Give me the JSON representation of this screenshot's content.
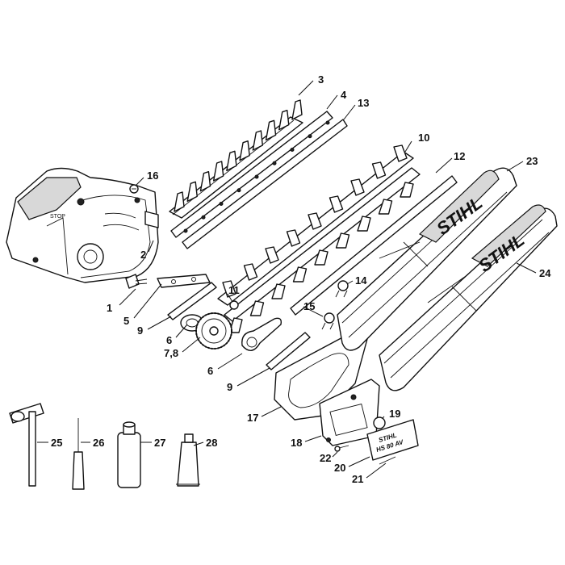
{
  "brand": {
    "guard_text": "STIHL",
    "decal_line1": "STIHL",
    "decal_line2": "HS 80 AV",
    "gearbox_text": "STOP"
  },
  "callouts": [
    {
      "id": "c1",
      "text": "1"
    },
    {
      "id": "c2",
      "text": "2"
    },
    {
      "id": "c3",
      "text": "3"
    },
    {
      "id": "c4",
      "text": "4"
    },
    {
      "id": "c5",
      "text": "5"
    },
    {
      "id": "c6a",
      "text": "6"
    },
    {
      "id": "c6b",
      "text": "6"
    },
    {
      "id": "c78",
      "text": "7,8"
    },
    {
      "id": "c9a",
      "text": "9"
    },
    {
      "id": "c9b",
      "text": "9"
    },
    {
      "id": "c10",
      "text": "10"
    },
    {
      "id": "c11",
      "text": "11"
    },
    {
      "id": "c12",
      "text": "12"
    },
    {
      "id": "c13",
      "text": "13"
    },
    {
      "id": "c14",
      "text": "14"
    },
    {
      "id": "c15",
      "text": "15"
    },
    {
      "id": "c16",
      "text": "16"
    },
    {
      "id": "c17",
      "text": "17"
    },
    {
      "id": "c18",
      "text": "18"
    },
    {
      "id": "c19",
      "text": "19"
    },
    {
      "id": "c20",
      "text": "20"
    },
    {
      "id": "c21",
      "text": "21"
    },
    {
      "id": "c22",
      "text": "22"
    },
    {
      "id": "c23",
      "text": "23"
    },
    {
      "id": "c24",
      "text": "24"
    },
    {
      "id": "c25",
      "text": "25"
    },
    {
      "id": "c26",
      "text": "26"
    },
    {
      "id": "c27",
      "text": "27"
    },
    {
      "id": "c28",
      "text": "28"
    }
  ]
}
